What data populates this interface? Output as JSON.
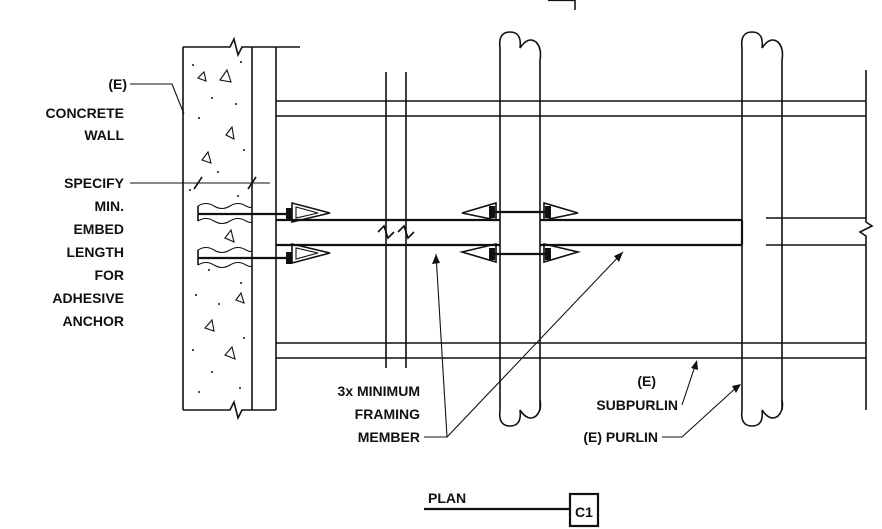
{
  "labels": {
    "wall_line1": "(E)",
    "wall_line2": "CONCRETE",
    "wall_line3": "WALL",
    "spec_line1": "SPECIFY",
    "spec_line2": "MIN.",
    "spec_line3": "EMBED",
    "spec_line4": "LENGTH",
    "spec_line5": "FOR",
    "spec_line6": "ADHESIVE",
    "spec_line7": "ANCHOR",
    "framing_line1": "3x MINIMUM",
    "framing_line2": "FRAMING",
    "framing_line3": "MEMBER",
    "subpurlin_line1": "(E)",
    "subpurlin_line2": "SUBPURLIN",
    "purlin": "(E) PURLIN",
    "plan_title": "PLAN",
    "detail_ref": "C1"
  },
  "colors": {
    "linework": "#111111",
    "background": "#ffffff"
  }
}
